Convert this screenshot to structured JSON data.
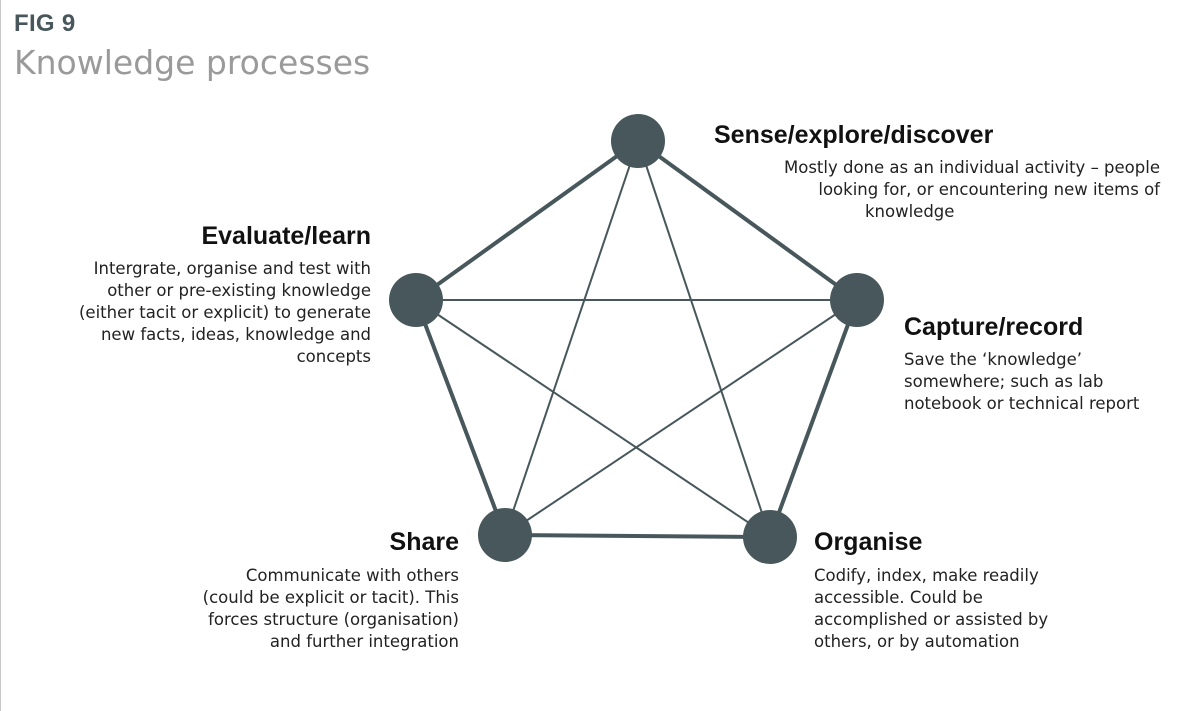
{
  "figure": {
    "label": "FIG 9",
    "title": "Knowledge processes"
  },
  "colors": {
    "node": "#47575b",
    "line": "#47575b",
    "label": "#111111",
    "title": "#9a9a9a"
  },
  "nodes": [
    {
      "id": "sense",
      "label": "Sense/explore/discover",
      "description": [
        "Mostly done as an individual activity – people",
        "looking for, or encountering new items of",
        "knowledge"
      ]
    },
    {
      "id": "capture",
      "label": "Capture/record",
      "description": [
        "Save the ‘knowledge’",
        "somewhere; such as lab",
        "notebook or technical report"
      ]
    },
    {
      "id": "organise",
      "label": "Organise",
      "description": [
        "Codify, index, make readily",
        "accessible. Could be",
        "accomplished or assisted by",
        "others, or by automation"
      ]
    },
    {
      "id": "share",
      "label": "Share",
      "description": [
        "Communicate with others",
        "(could be explicit or tacit). This",
        "forces structure (organisation)",
        "and further integration"
      ]
    },
    {
      "id": "evaluate",
      "label": "Evaluate/learn",
      "description": [
        "Intergrate, organise and test with",
        "other or pre-existing knowledge",
        "(either tacit or explicit) to generate",
        "new facts, ideas, knowledge and",
        "concepts"
      ]
    }
  ]
}
